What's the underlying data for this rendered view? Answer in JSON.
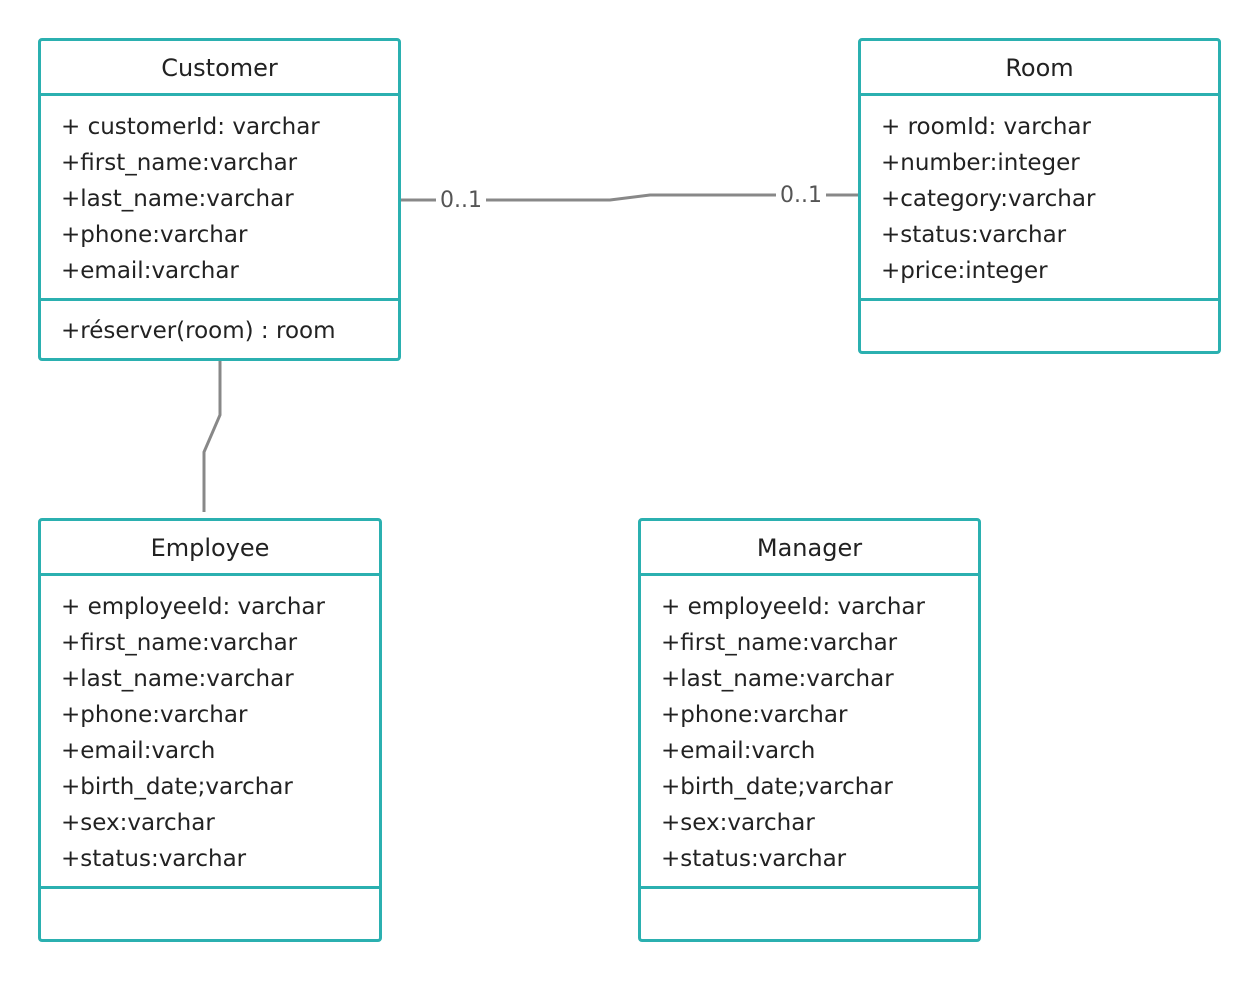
{
  "classes": {
    "customer": {
      "name": "Customer",
      "attributes": [
        "+ customerId: varchar",
        "+first_name:varchar",
        "+last_name:varchar",
        "+phone:varchar",
        "+email:varchar"
      ],
      "operations": [
        "+réserver(room) : room"
      ]
    },
    "room": {
      "name": "Room",
      "attributes": [
        "+ roomId: varchar",
        "+number:integer",
        "+category:varchar",
        "+status:varchar",
        "+price:integer"
      ],
      "operations": []
    },
    "employee": {
      "name": "Employee",
      "attributes": [
        "+ employeeId: varchar",
        "+first_name:varchar",
        "+last_name:varchar",
        "+phone:varchar",
        "+email:varch",
        "+birth_date;varchar",
        "+sex:varchar",
        "+status:varchar"
      ],
      "operations": []
    },
    "manager": {
      "name": "Manager",
      "attributes": [
        "+ employeeId: varchar",
        "+first_name:varchar",
        "+last_name:varchar",
        "+phone:varchar",
        "+email:varch",
        "+birth_date;varchar",
        "+sex:varchar",
        "+status:varchar"
      ],
      "operations": []
    }
  },
  "associations": {
    "customer_room": {
      "from": "Customer",
      "to": "Room",
      "from_multiplicity": "0..1",
      "to_multiplicity": "0..1"
    },
    "customer_employee": {
      "from": "Customer",
      "to": "Employee"
    }
  },
  "colors": {
    "class_border": "#2bb0b0",
    "connector": "#888888",
    "text": "#222222"
  }
}
